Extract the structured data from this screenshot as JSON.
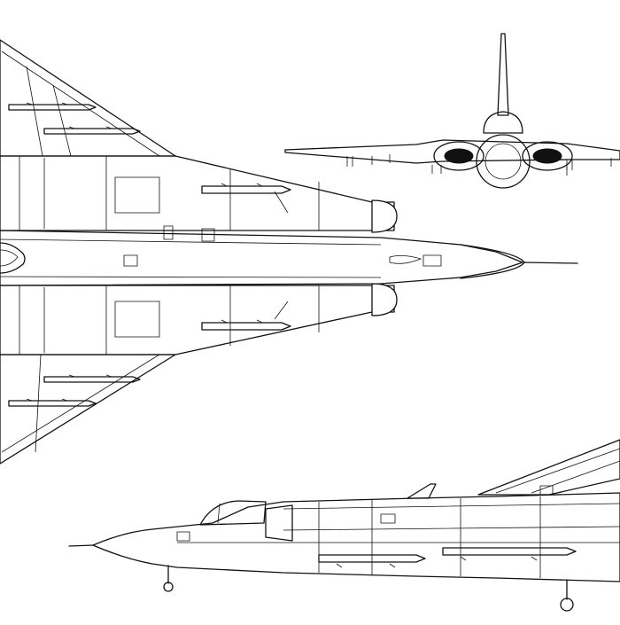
{
  "views": [
    {
      "id": "plan",
      "label": ""
    },
    {
      "id": "front",
      "label": ""
    },
    {
      "id": "side",
      "label": ""
    }
  ],
  "colors": {
    "line": "#111111",
    "background": "#ffffff"
  }
}
